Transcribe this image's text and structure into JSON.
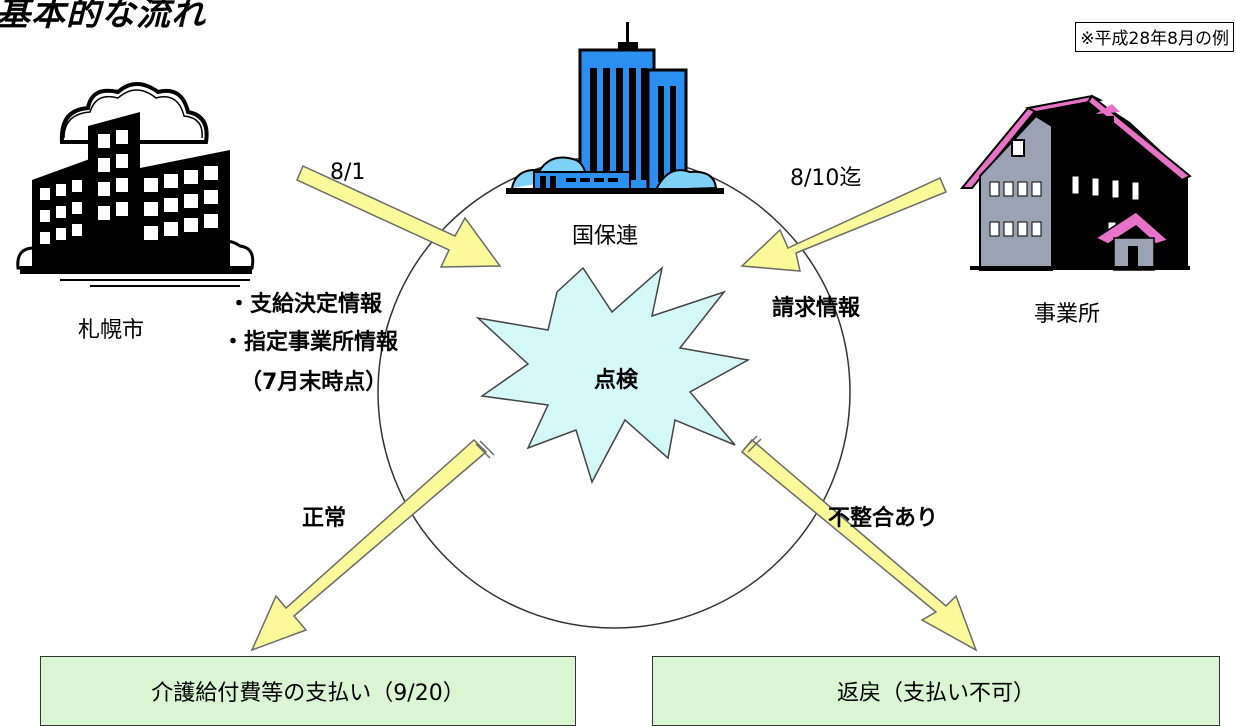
{
  "header": {
    "title": "基本的な流れ",
    "note": "※平成28年8月の例"
  },
  "entities": {
    "city": "札幌市",
    "federation": "国保連",
    "office": "事業所"
  },
  "flows": {
    "date_city": "8/1",
    "date_office": "8/10迄",
    "city_info_1": "・支給決定情報",
    "city_info_2": "・指定事業所情報",
    "city_info_3": "（7月末時点）",
    "office_info": "請求情報",
    "center": "点検",
    "normal": "正常",
    "mismatch": "不整合あり"
  },
  "results": {
    "payment": "介護給付費等の支払い（9/20）",
    "return": "返戻（支払い不可）"
  },
  "colors": {
    "arrow_fill": "#fafa9a",
    "arrow_stroke": "#6a6a6a",
    "burst_fill": "#d4f8f8",
    "box_fill": "#d9f5d2"
  }
}
